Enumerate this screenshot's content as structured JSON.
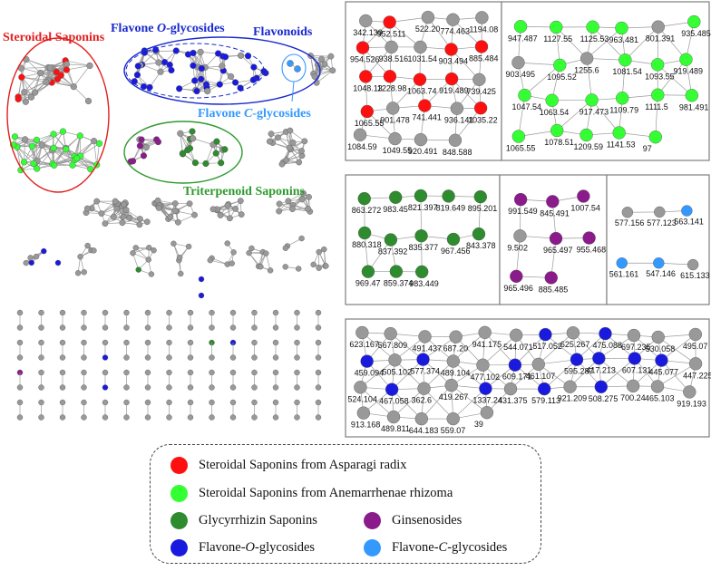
{
  "colors": {
    "red": "#ff1010",
    "lightgreen": "#33ff33",
    "darkgreen": "#2e8b2e",
    "purple": "#8b1a8b",
    "blue": "#1a1adf",
    "lightblue": "#3399ff",
    "gray": "#999999"
  },
  "overview": {
    "steroidal": "Steroidal Saponins",
    "flavone_o": "Flavone ",
    "flavone_o_italic": "O",
    "flavone_o_suffix": "-glycosides",
    "flavonoids": "Flavonoids",
    "flavone_c": "Flavone ",
    "flavone_c_italic": "C",
    "flavone_c_suffix": "-glycosides",
    "triterpenoid": "Triterpenoid Saponins"
  },
  "panels": {
    "a_labels": [
      "342.139",
      "952.511",
      "522.20",
      "774.463",
      "1194.08",
      "954.526",
      "938.516",
      "1031.54",
      "903.494",
      "885.484",
      "1048.13",
      "1228.98",
      "1063.74",
      "919.489",
      "739.425",
      "1065.55",
      "901.478",
      "741.441",
      "936.141",
      "1035.22",
      "1084.59",
      "1049.55",
      "920.491",
      "848.588"
    ],
    "b_labels": [
      "947.487",
      "1127.55",
      "1125.53",
      "963.481",
      "801.391",
      "935.485",
      "903.495",
      "1095.52",
      "1255.6",
      "1081.54",
      "1093.55",
      "919.489",
      "1047.54",
      "1063.54",
      "917.473",
      "1109.79",
      "1111.5",
      "981.491",
      "1065.55",
      "1078.51",
      "1209.59",
      "1141.53",
      "97"
    ],
    "c_labels": [
      "863.272",
      "983.45",
      "821.397",
      "819.649",
      "895.201",
      "880.318",
      "837.392",
      "835.377",
      "967.456",
      "843.378",
      "969.47",
      "859.374",
      "983.449"
    ],
    "d_labels": [
      "991.549",
      "845.491",
      "1007.54",
      "9.502",
      "965.497",
      "955.468",
      "965.496",
      "885.485"
    ],
    "e_labels": [
      "577.156",
      "577.123",
      "563.141",
      "561.161",
      "547.146",
      "615.133"
    ],
    "f_labels": [
      "623.167",
      "567.809",
      "491.437",
      "687.20",
      "941.175",
      "544.071",
      "517.052",
      "625.267",
      "475.088",
      "697.235",
      "530.058",
      "495.07",
      "459.094",
      "505.102",
      "577.374",
      "489.104",
      "477.102",
      "609.171",
      "461.107",
      "595.287",
      "417.213",
      "607.131",
      "445.077",
      "447.225",
      "524.104",
      "467.058",
      "362.6",
      "419.267",
      "1337.24",
      "431.375",
      "579.113",
      "921.209",
      "508.275",
      "700.24",
      "465.103",
      "919.193",
      "913.168",
      "489.811",
      "644.183",
      "559.07",
      "39"
    ]
  },
  "legend": {
    "items": [
      {
        "label": "Steroidal Saponins  from Asparagi radix",
        "color": "#ff1010"
      },
      {
        "label": "Steroidal Saponins  from Anemarrhenae rhizoma",
        "color": "#33ff33"
      },
      {
        "label": "Glycyrrhizin Saponins",
        "color": "#2e8b2e"
      },
      {
        "label": "Ginsenosides",
        "color": "#8b1a8b"
      },
      {
        "label_prefix": "Flavone-",
        "label_italic": "O",
        "label_suffix": "-glycosides",
        "color": "#1a1adf"
      },
      {
        "label_prefix": "Flavone-",
        "label_italic": "C",
        "label_suffix": "-glycosides",
        "color": "#3399ff"
      }
    ]
  }
}
